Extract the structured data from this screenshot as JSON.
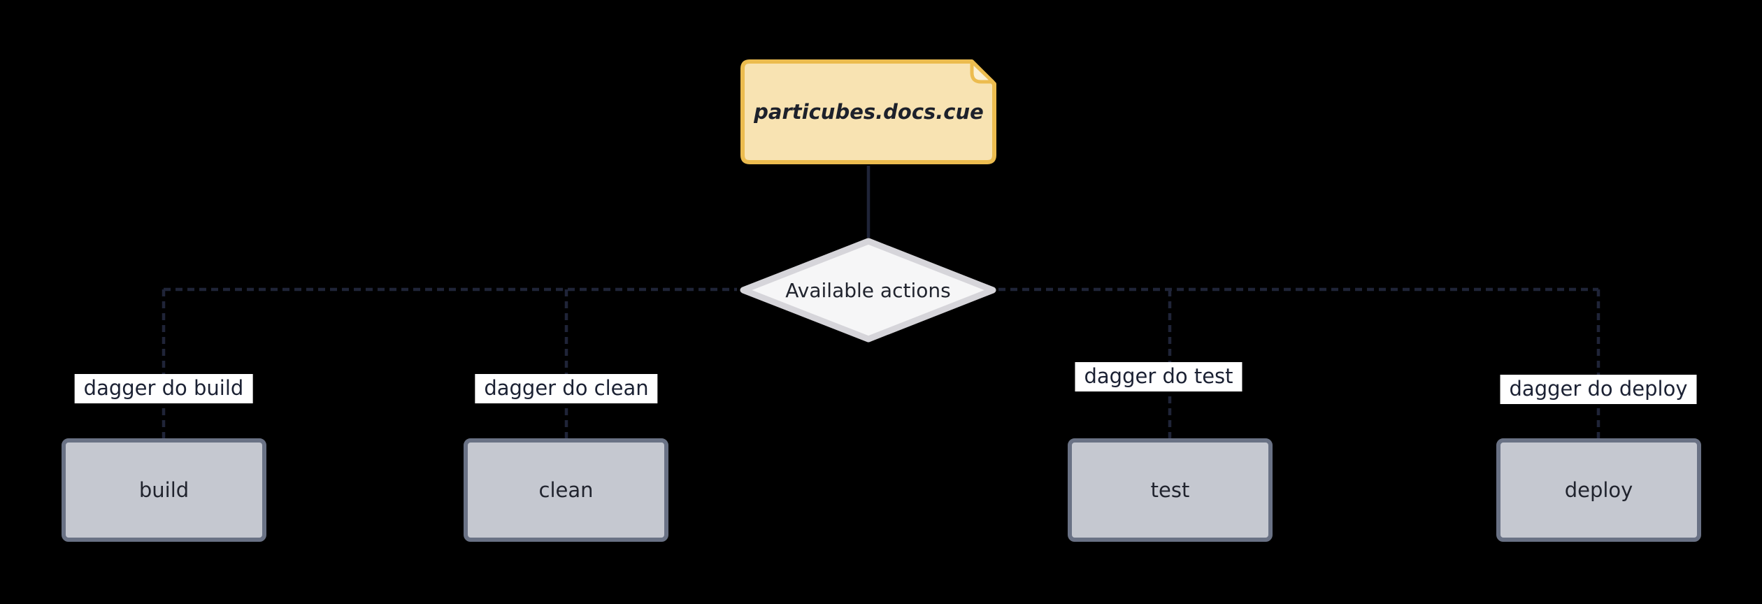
{
  "diagram": {
    "type": "flowchart",
    "note": {
      "label": "particubes.docs.cue"
    },
    "decision": {
      "label": "Available actions"
    },
    "actions": [
      {
        "id": "build",
        "label": "build",
        "edge_label": "dagger do build"
      },
      {
        "id": "clean",
        "label": "clean",
        "edge_label": "dagger do clean"
      },
      {
        "id": "test",
        "label": "test",
        "edge_label": "dagger do test"
      },
      {
        "id": "deploy",
        "label": "deploy",
        "edge_label": "dagger do deploy"
      }
    ],
    "colors": {
      "background": "#000000",
      "edge_color": "#1f2438",
      "note_fill": "#f8e3b2",
      "note_border": "#ecbc4f",
      "note_fold_fill": "#fbf0d3",
      "note_text": "#1d212b",
      "decision_fill": "#f6f6f7",
      "decision_border": "#d6d5da",
      "box_fill": "#c5c8d0",
      "box_border": "#6a7285",
      "node_text": "#21242e",
      "label_bg": "#ffffff",
      "label_text": "#1b2133"
    }
  }
}
